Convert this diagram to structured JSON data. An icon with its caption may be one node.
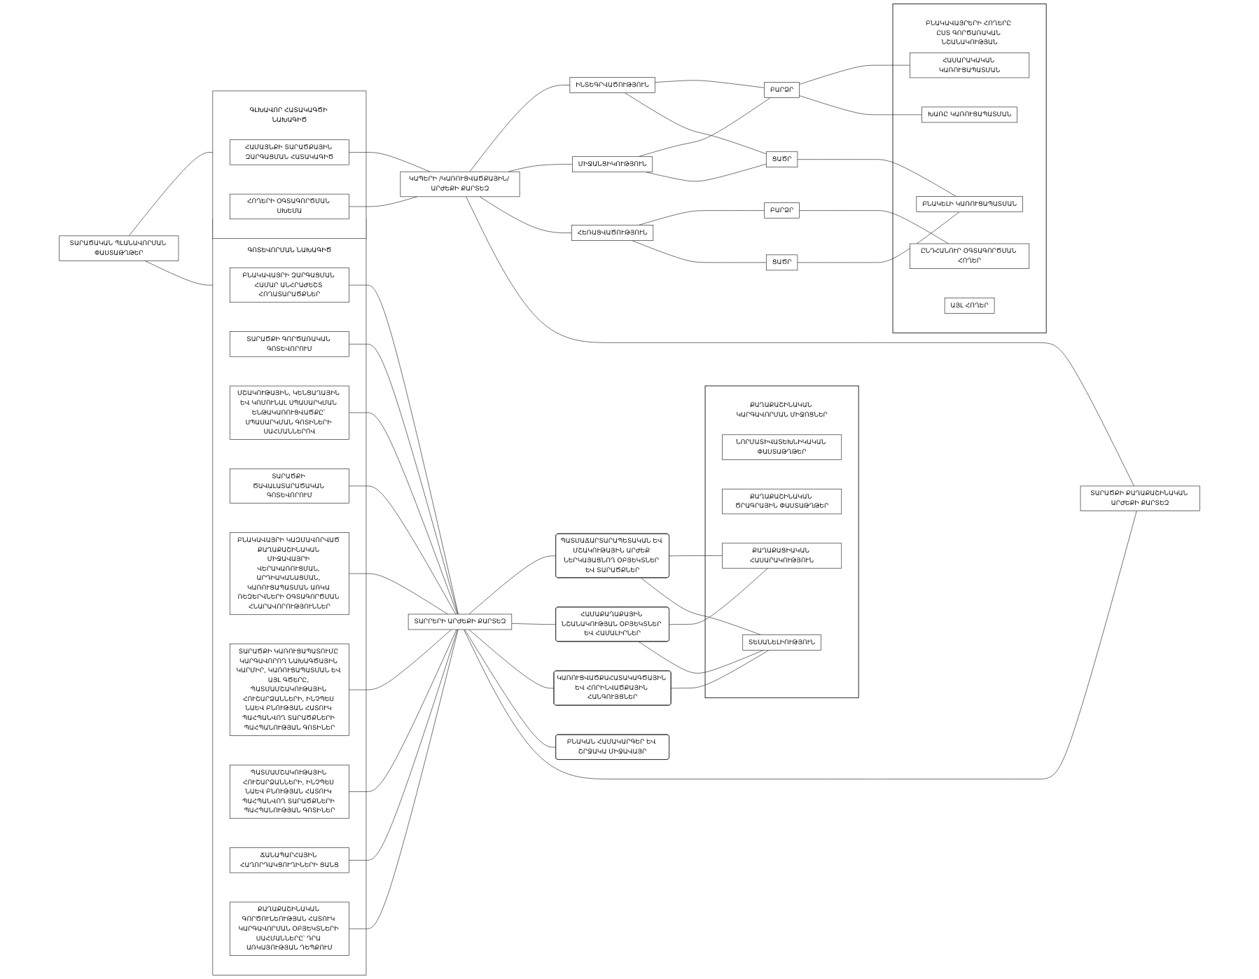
{
  "diagram": {
    "nodes": [
      {
        "text": [
          "ՏԱՐԱԾԱԿԱՆ ՊԼԱՆԱՎՈՐՄԱՆ ՓԱՍՏԱԹՂԹԵՐ"
        ]
      },
      {
        "text": [
          "ԳԼԽԱՎՈՐ ՀԱՏԱԿԱԳԾԻ ՆԱԽԱԳԻԾ"
        ]
      },
      {
        "text": [
          "ՀԱՄԱՅՆՔԻ ՏԱՐԱԾՔԱՅԻՆ ԶԱՐԳԱՑՄԱՆ ՀԱՏԱԿԱԳԻԾ"
        ],
        "in": 1
      },
      {
        "text": [
          "ՀՈՂԵՐԻ ՕԳՏԱԳՈՐԾՄԱՆ ՍԽԵՄԱ"
        ],
        "in": 1
      },
      {
        "text": [
          "ԳՈՏԵՎՈՐՄԱՆ ՆԱԽԱԳԻԾ"
        ]
      },
      {
        "text": [
          "ԲՆԱԿԱՎԱՅՐԻ ԶԱՐԳԱՑՄԱՆ ՀԱՄԱՐ ԱՆՀՐԱԺԵՇՏ ՀՈՂԱՏԱՐԱԾՔՆԵՐ"
        ],
        "in": 4
      },
      {
        "text": [
          "ՏԱՐԱԾՔԻ ԳՈՐԾԱՌԱԿԱՆ ԳՈՏԵՎՈՐՈՒՄ"
        ],
        "in": 4
      },
      {
        "text": [
          "ՄՇԱԿՈՒԹԱՅԻՆ, ԿԵՆՑԱՂԱՅԻՆ ԵՎ ԿՈՄՈՒՆԱԼ ՍՊԱՍԱՐԿՄԱՆ ԵՆԹԱԿԱՌՈՒՑՎԱԾՔԸ՝ ՍՊԱՍԱՐԿՄԱՆ ԳՈՏԻՆԵՐԻ ՍԱՀՄԱՆՆԵՐՈՎ"
        ],
        "in": 4
      },
      {
        "text": [
          "ՏԱՐԱԾՔԻ ԾԱՎԱԼԱՏԱՐԱԾԱԿԱՆ ԳՈՏԵՎՈՐՈՒՄ"
        ],
        "in": 4
      },
      {
        "text": [
          "ԲՆԱԿԱՎԱՅՐԻ ԿԱԶՄԱՎՈՐՎԱԾ ՔԱՂԱՔԱՇԻՆԱԿԱՆ ՄԻՋԱՎԱՅՐԻ ՎԵՐԱԿԱՌՈՒՑՄԱՆ, ԱՐԴԻԱԿԱՆԱՑՄԱՆ, ԿԱՌՈՒՑԱՊԱՏՄԱՆ ԱՌԿԱ ՌԵԶԵՐՎՆԵՐԻ ՕԳՏԱԳՈՐԾՄԱՆ ՀՆԱՐԱՎՈՐՈՒԹՅՈՒՆՆԵՐ"
        ],
        "in": 4
      },
      {
        "text": [
          "ՏԱՐԱԾՔԻ ԿԱՌՈՒՑԱՊԱՏՈՒՄԸ ԿԱՐԳԱՎՈՐՈՂ ՆԱԽԱԳԾԱՅԻՆ ԿԱՐՄԻՐ, ԿԱՌՈՒՑԱՊԱՏՄԱՆ ԵՎ ԱՅԼ ԳԾԵՐԸ, ՊԱՏՄԱՄՇԱԿՈՒԹԱՅԻՆ ՀՈՒՇԱՐՁԱՆՆԵՐԻ, ԻՆՉՊԵՍ ՆԱԵՎ ԲՆՈՒԹՅԱՆ ՀԱՏՈՒԿ ՊԱՀՊԱՆՎՈՂ ՏԱՐԱԾՔՆԵՐԻ ՊԱՀՊԱՆՈՒԹՅԱՆ ԳՈՏԻՆԵՐ"
        ],
        "in": 4
      },
      {
        "text": [
          "ՊԱՏՄԱՄՇԱԿՈՒԹԱՅԻՆ ՀՈՒՇԱՐՁԱՆՆԵՐԻ, ԻՆՉՊԵՍ ՆԱԵՎ ԲՆՈՒԹՅԱՆ ՀԱՏՈՒԿ ՊԱՀՊԱՆՎՈՂ ՏԱՐԱԾՔՆԵՐԻ ՊԱՀՊԱՆՈՒԹՅԱՆ ԳՈՏԻՆԵՐ"
        ],
        "in": 4
      },
      {
        "text": [
          "ՃԱՆԱՊԱՐՀԱՅԻՆ ՀԱՂՈՐԴԱԿՑՈՒՂԻՆԵՐԻ ՑԱՆՑ"
        ],
        "in": 4
      },
      {
        "text": [
          "ՔԱՂԱՔԱՇԻՆԱԿԱՆ ԳՈՐԾՈՒՆԵՈՒԹՅԱՆ ՀԱՏՈՒԿ ԿԱՐԳԱՎՈՐՄԱՆ ՕԲՅԵԿՏՆԵՐԻ ՍԱՀՄԱՆՆԵՐԸ՝ ԴՐԱ ԱՌԿԱՅՈՒԹՅԱՆ ԴԵՊՔՈՒՄ"
        ],
        "in": 4
      },
      {
        "text": [
          "ԿԱՊԵՐԻ /ԿԱՌՈՒՑՎԱԾՔԱՅԻՆ/ ԱՐԺԵՔԻ ՔԱՐՏԵԶ"
        ]
      },
      {
        "text": [
          "ԻՆՏԵԳՐՎԱԾՈՒԹՅՈՒՆ"
        ]
      },
      {
        "text": [
          "ՄԻՋԱՆՑԻԿՈՒԹՅՈՒՆ"
        ]
      },
      {
        "text": [
          "ՀԵՌԱՑՎԱԾՈՒԹՅՈՒՆ"
        ]
      },
      {
        "text": [
          "ԲԱՐՁՐ"
        ]
      },
      {
        "text": [
          "ՑԱԾՐ"
        ]
      },
      {
        "text": [
          "ԲԱՐՁՐ"
        ]
      },
      {
        "text": [
          "ՑԱԾՐ"
        ]
      },
      {
        "text": [
          "ԲՆԱԿԱՎԱՅՐԵՐԻ ՀՈՂԵՐԸ ԸՍՏ ԳՈՐԾԱՌԱԿԱՆ ՆՇԱՆԱԿՈՒԹՅԱՆ"
        ]
      },
      {
        "text": [
          "ԲՆԱԿԵԼԻ ԿԱՌՈՒՑԱՊԱՏՄԱՆ"
        ],
        "in": 22
      },
      {
        "text": [
          "ՀԱՍԱՐԱԿԱԿԱՆ ԿԱՌՈՒՑԱՊԱՏՄԱՆ"
        ],
        "in": 22
      },
      {
        "text": [
          "ԽԱՌԸ ԿԱՌՈՒՑԱՊԱՏՄԱՆ"
        ],
        "in": 22
      },
      {
        "text": [
          "ԸՆԴՀԱՆՈՒՐ ՕԳՏԱԳՈՐԾՄԱՆ ՀՈՂԵՐ"
        ],
        "in": 22
      },
      {
        "text": [
          "ԱՅԼ ՀՈՂԵՐ"
        ],
        "in": 22
      },
      {
        "text": [
          "ՏԱՐՐԵՐԻ ԱՐԺԵՔԻ ՔԱՐՏԵԶ"
        ]
      },
      {
        "text": [
          "ՊԱՏՄԱՃԱՐՏԱՐԱՊԵՏԱԿԱՆ ԵՎ ՄՇԱԿՈՒԹԱՅԻՆ ԱՐԺԵՔ ՆԵՐԿԱՅԱՑՆՈՂ ՕԲՅԵԿՏՆԵՐ ԵՎ ՏԱՐԱԾՔՆԵՐ"
        ]
      },
      {
        "text": [
          "ՀԱՄԱՔԱՂԱՔԱՅԻՆ ՆՇԱՆԱԿՈՒԹՅԱՆ ՕԲՅԵԿՏՆԵՐ ԵՎ ՀԱՄԱԼԻՐՆԵՐ"
        ]
      },
      {
        "text": [
          "ԿԱՌՈՒՑՎԱԾՔԱՀԱՏԱԿԱԳԾԱՅԻՆ ԵՎ ՀՈՐԻՆՎԱԾՔԱՅԻՆ ՀԱՆԳՈՒՅՑՆԵՐ"
        ]
      },
      {
        "text": [
          "ԲՆԱԿԱՆ ՀԱՄԱԿԱՐԳԵՐ ԵՎ ՇՐՋԱԿԱ ՄԻՋԱՎԱՅՐ"
        ]
      },
      {
        "text": [
          "ՔԱՂԱՔԱՇԻՆԱԿԱՆ ԿԱՐԳԱՎՈՐՄԱՆ ՄԻՋՈՑՆԵՐ"
        ]
      },
      {
        "text": [
          "ՆՈՐՄԱՏԻՎԱՏԵԽՆԻԿԱԿԱՆ ՓԱՍՏԱԹՂԹԵՐ"
        ],
        "in": 33
      },
      {
        "text": [
          "ՔԱՂԱՔԱՇԻՆԱԿԱՆ ԾՐԱԳՐԱՅԻՆ ՓԱՍՏԱԹՂԹԵՐ"
        ],
        "in": 33
      },
      {
        "text": [
          "ՔԱՂԱՔԱՑԻԱԿԱՆ ՀԱՍԱՐԱԿՈՒԹՅՈՒՆ"
        ],
        "in": 33
      },
      {
        "text": [
          "ՏԵՍԱՆԵԼԻՈՒԹՅՈՒՆ"
        ],
        "in": 33
      },
      {
        "text": [
          "ՏԱՐԱԾՔԻ ՔԱՂԱՔԱՇԻՆԱԿԱՆ ԱՐԺԵՔԻ ՔԱՐՏԵԶ"
        ]
      }
    ],
    "edges": [
      {
        "from": 0,
        "to": 1,
        "arrow": "none"
      },
      {
        "from": 0,
        "to": 4,
        "arrow": "none"
      },
      {
        "from": 2,
        "to": 14,
        "arrow": "none"
      },
      {
        "from": 3,
        "to": 14,
        "arrow": "none"
      },
      {
        "from": 5,
        "to": 28,
        "arrow": "none"
      },
      {
        "from": 6,
        "to": 28,
        "arrow": "none"
      },
      {
        "from": 7,
        "to": 28,
        "arrow": "none"
      },
      {
        "from": 8,
        "to": 28,
        "arrow": "none"
      },
      {
        "from": 9,
        "to": 28,
        "arrow": "none"
      },
      {
        "from": 10,
        "to": 28,
        "arrow": "none"
      },
      {
        "from": 11,
        "to": 28,
        "arrow": "none"
      },
      {
        "from": 12,
        "to": 28,
        "arrow": "none"
      },
      {
        "from": 13,
        "to": 28,
        "arrow": "none"
      },
      {
        "from": 14,
        "to": 15,
        "arrow": "none"
      },
      {
        "from": 14,
        "to": 16,
        "arrow": "none"
      },
      {
        "from": 14,
        "to": 17,
        "arrow": "none"
      },
      {
        "from": 15,
        "to": 18,
        "arrow": "none"
      },
      {
        "from": 15,
        "to": 19,
        "arrow": "none"
      },
      {
        "from": 16,
        "to": 18,
        "arrow": "none"
      },
      {
        "from": 16,
        "to": 19,
        "arrow": "none"
      },
      {
        "from": 17,
        "to": 20,
        "arrow": "none"
      },
      {
        "from": 17,
        "to": 21,
        "arrow": "none"
      },
      {
        "from": 18,
        "to": 24,
        "arrow": "none"
      },
      {
        "from": 18,
        "to": 25,
        "arrow": "none"
      },
      {
        "from": 19,
        "to": 23,
        "arrow": "none"
      },
      {
        "from": 20,
        "to": 26,
        "arrow": "none"
      },
      {
        "from": 21,
        "to": 23,
        "arrow": "none"
      },
      {
        "from": 28,
        "to": 29,
        "arrow": "none"
      },
      {
        "from": 28,
        "to": 30,
        "arrow": "none"
      },
      {
        "from": 28,
        "to": 31,
        "arrow": "none"
      },
      {
        "from": 28,
        "to": 32,
        "arrow": "none"
      },
      {
        "from": 29,
        "to": 36,
        "arrow": "none"
      },
      {
        "from": 29,
        "to": 37,
        "arrow": "none"
      },
      {
        "from": 30,
        "to": 36,
        "arrow": "none"
      },
      {
        "from": 30,
        "to": 37,
        "arrow": "none"
      },
      {
        "from": 31,
        "to": 37,
        "arrow": "none"
      },
      {
        "from": 14,
        "to": 38,
        "arrow": "none"
      },
      {
        "from": 28,
        "to": 38,
        "arrow": "none"
      }
    ]
  }
}
